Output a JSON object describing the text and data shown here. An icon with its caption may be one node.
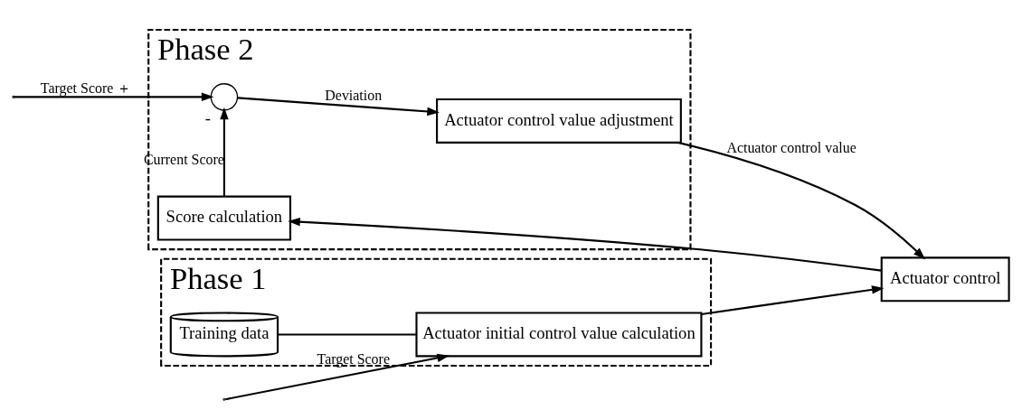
{
  "diagram": {
    "nodes": [
      {
        "text": [
          "Phase 1"
        ]
      },
      {
        "text": [
          "Actuator initial control value calculation"
        ],
        "in": 0
      },
      {
        "text": [
          "Training data"
        ],
        "in": 0
      },
      {
        "text": [
          "Phase 2"
        ]
      },
      {
        "text": [],
        "shape": "circle",
        "in": 3,
        "beside": [
          "-"
        ]
      },
      {
        "text": [
          "Actuator control value adjustment"
        ],
        "in": 3
      },
      {
        "text": [
          "Score calculation"
        ],
        "in": 3
      },
      {
        "text": [
          "Actuator control"
        ]
      }
    ],
    "edges": [
      {
        "from": null,
        "to": 1,
        "arrow": "to",
        "label": "Target Score"
      },
      {
        "from": 2,
        "to": 1,
        "arrow": "none"
      },
      {
        "from": null,
        "to": 4,
        "arrow": "to",
        "label": "Target Score ＋"
      },
      {
        "from": 4,
        "to": 5,
        "arrow": "to",
        "label": "Deviation"
      },
      {
        "from": 5,
        "to": 7,
        "arrow": "to",
        "label": "Actuator control value"
      },
      {
        "from": 1,
        "to": 7,
        "arrow": "to"
      },
      {
        "from": 7,
        "to": 6,
        "arrow": "to"
      },
      {
        "from": 6,
        "to": 4,
        "arrow": "to",
        "label": "Current Score"
      }
    ]
  }
}
